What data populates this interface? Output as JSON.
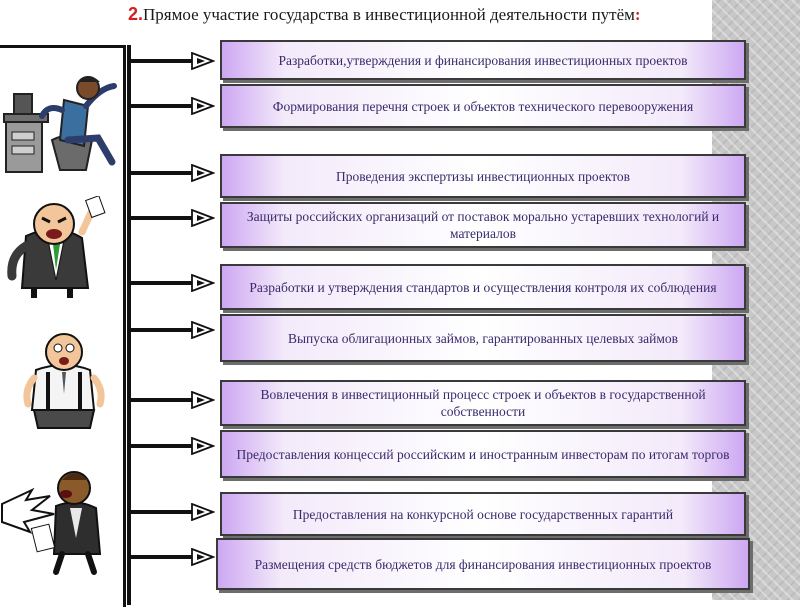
{
  "title": {
    "number": "2.",
    "text": "Прямое участие государства в инвестиционной деятельности путём",
    "colon": ":"
  },
  "items": [
    "Разработки,утверждения и финансирования инвестиционных проектов",
    "Формирования перечня строек и объектов технического перевооружения",
    "Проведения экспертизы инвестиционных проектов",
    "Защиты российских организаций от поставок морально устаревших технологий и материалов",
    "Разработки и утверждения стандартов и осуществления контроля их соблюдения",
    "Выпуска облигационных займов, гарантированных целевых займов",
    "Вовлечения в  инвестиционный процесс строек и объектов в государственной собственности",
    "Предоставления концессий российским и иностранным инвесторам по итогам торгов",
    "Предоставления на конкурсной основе государственных гарантий",
    "Размещения  средств бюджетов  для финансирования инвестиционных проектов"
  ],
  "colors": {
    "box_edge": "#cda8f2",
    "box_text": "#3a2a6b",
    "title_number": "#d21f1f"
  },
  "icons": [
    "businessman-at-desk-icon",
    "angry-businessman-icon",
    "shocked-manager-icon",
    "shouting-businessman-icon"
  ]
}
